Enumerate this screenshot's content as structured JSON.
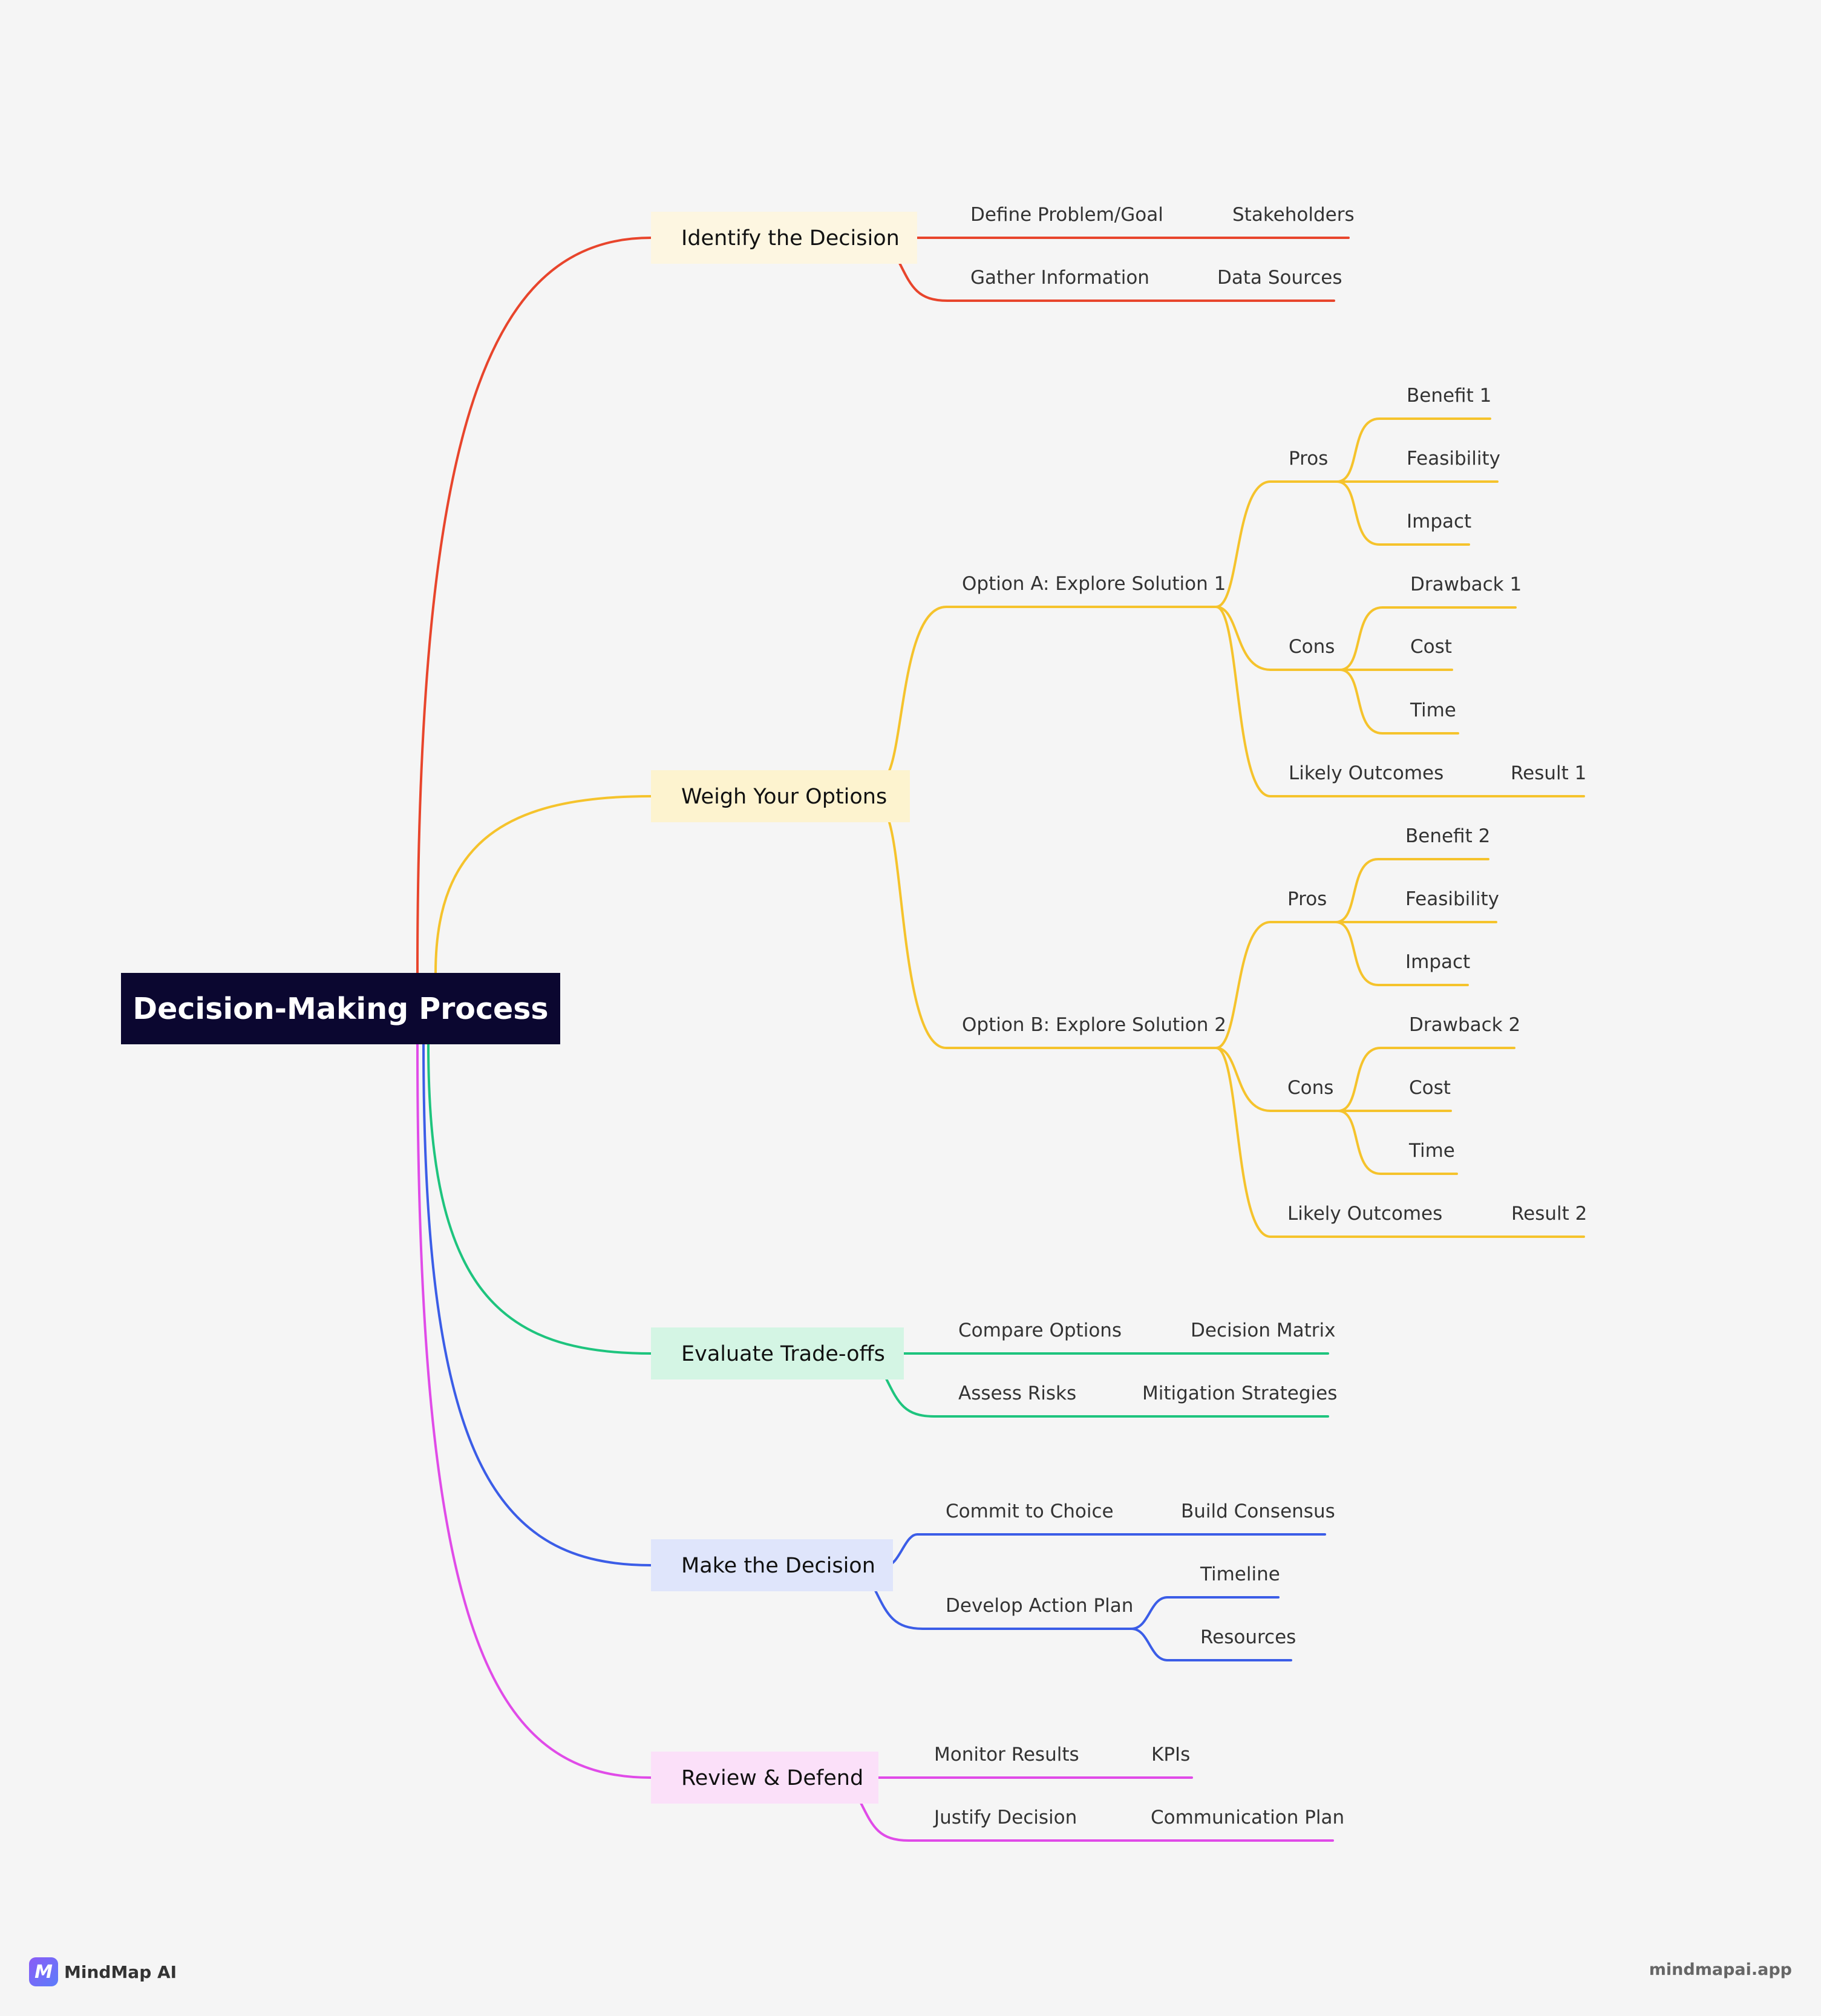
{
  "root": {
    "label": "Decision-Making Process"
  },
  "branches": [
    {
      "label": "Identify the Decision",
      "color": "#e8452c",
      "fill": "#fdf6e1",
      "children": [
        {
          "label": "Define Problem/Goal",
          "children": [
            {
              "label": "Stakeholders"
            }
          ]
        },
        {
          "label": "Gather Information",
          "children": [
            {
              "label": "Data Sources"
            }
          ]
        }
      ]
    },
    {
      "label": "Weigh Your Options",
      "color": "#f5c32c",
      "fill": "#fdf3cf",
      "children": [
        {
          "label": "Option A: Explore Solution 1",
          "children": [
            {
              "label": "Pros",
              "children": [
                {
                  "label": "Benefit 1"
                },
                {
                  "label": "Feasibility"
                },
                {
                  "label": "Impact"
                }
              ]
            },
            {
              "label": "Cons",
              "children": [
                {
                  "label": "Drawback 1"
                },
                {
                  "label": "Cost"
                },
                {
                  "label": "Time"
                }
              ]
            },
            {
              "label": "Likely Outcomes",
              "children": [
                {
                  "label": "Result 1"
                }
              ]
            }
          ]
        },
        {
          "label": "Option B: Explore Solution 2",
          "children": [
            {
              "label": "Pros",
              "children": [
                {
                  "label": "Benefit 2"
                },
                {
                  "label": "Feasibility"
                },
                {
                  "label": "Impact"
                }
              ]
            },
            {
              "label": "Cons",
              "children": [
                {
                  "label": "Drawback 2"
                },
                {
                  "label": "Cost"
                },
                {
                  "label": "Time"
                }
              ]
            },
            {
              "label": "Likely Outcomes",
              "children": [
                {
                  "label": "Result 2"
                }
              ]
            }
          ]
        }
      ]
    },
    {
      "label": "Evaluate Trade-offs",
      "color": "#1ec47e",
      "fill": "#d4f5e4",
      "children": [
        {
          "label": "Compare Options",
          "children": [
            {
              "label": "Decision Matrix"
            }
          ]
        },
        {
          "label": "Assess Risks",
          "children": [
            {
              "label": "Mitigation Strategies"
            }
          ]
        }
      ]
    },
    {
      "label": "Make the Decision",
      "color": "#3b5de7",
      "fill": "#dfe5fb",
      "children": [
        {
          "label": "Commit to Choice",
          "children": [
            {
              "label": "Build Consensus"
            }
          ]
        },
        {
          "label": "Develop Action Plan",
          "children": [
            {
              "label": "Timeline"
            },
            {
              "label": "Resources"
            }
          ]
        }
      ]
    },
    {
      "label": "Review & Defend",
      "color": "#e04be8",
      "fill": "#fbe0f9",
      "children": [
        {
          "label": "Monitor Results",
          "children": [
            {
              "label": "KPIs"
            }
          ]
        },
        {
          "label": "Justify Decision",
          "children": [
            {
              "label": "Communication Plan"
            }
          ]
        }
      ]
    }
  ],
  "footer": {
    "brand": "MindMap AI",
    "logo_letter": "M",
    "url": "mindmapai.app"
  }
}
